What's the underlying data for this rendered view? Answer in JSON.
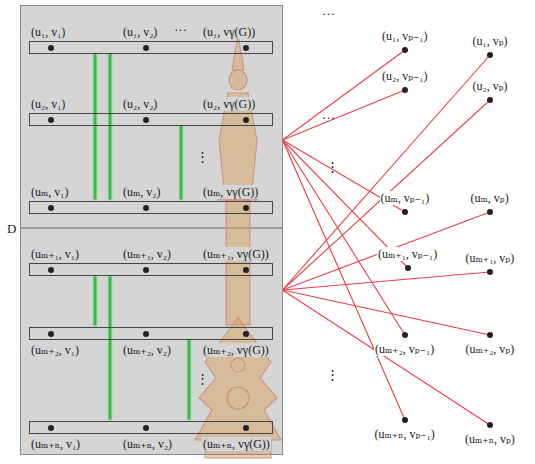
{
  "diagram": {
    "nodes": [
      {
        "text": [
          "D"
        ]
      },
      {
        "text": [
          "(u₁, v₁)",
          "(u₁, v₂)",
          "(u₁, vγ(G))"
        ],
        "in": 0
      },
      {
        "text": [
          "(u₂, v₁)",
          "(u₂, v₂)",
          "(u₂, vγ(G))"
        ],
        "in": 0
      },
      {
        "text": [
          "(uₘ, v₁)",
          "(uₘ, v₂)",
          "(uₘ, vγ(G))"
        ],
        "in": 0
      },
      {
        "text": [
          "(uₘ₊₁, v₁)",
          "(uₘ₊₁, v₂)",
          "(uₘ₊₁, vγ(G))"
        ],
        "in": 0
      },
      {
        "text": [
          "(uₘ₊₂, v₁)",
          "(uₘ₊₂, v₂)",
          "(uₘ₊₂, vγ(G))"
        ],
        "in": 0
      },
      {
        "text": [
          "(uₘ₊ₙ, v₁)",
          "(uₘ₊ₙ, v₂)",
          "(uₘ₊ₙ, vγ(G))"
        ],
        "in": 0
      },
      {
        "text": [
          "(u₁, vₚ₋₁)"
        ]
      },
      {
        "text": [
          "(u₁, vₚ)"
        ]
      },
      {
        "text": [
          "(u₂, vₚ₋₁)"
        ]
      },
      {
        "text": [
          "(u₂, vₚ)"
        ]
      },
      {
        "text": [
          "(uₘ, vₚ₋₁)"
        ]
      },
      {
        "text": [
          "(uₘ, vₚ)"
        ]
      },
      {
        "text": [
          "(uₘ₊₁, vₚ₋₁)"
        ]
      },
      {
        "text": [
          "(uₘ₊₁, vₚ)"
        ]
      },
      {
        "text": [
          "(uₘ₊₂, vₚ₋₁)"
        ]
      },
      {
        "text": [
          "(uₘ₊₂, vₚ)"
        ]
      },
      {
        "text": [
          "(uₘ₊ₙ, vₚ₋₁)"
        ]
      },
      {
        "text": [
          "(uₘ₊ₙ, vₚ)"
        ]
      }
    ],
    "edges": [
      {
        "from": 0,
        "to": 7,
        "arrow": "none"
      },
      {
        "from": 0,
        "to": 8,
        "arrow": "none"
      },
      {
        "from": 0,
        "to": 9,
        "arrow": "none"
      },
      {
        "from": 0,
        "to": 10,
        "arrow": "none"
      },
      {
        "from": 0,
        "to": 11,
        "arrow": "none"
      },
      {
        "from": 0,
        "to": 12,
        "arrow": "none"
      },
      {
        "from": 0,
        "to": 13,
        "arrow": "none"
      },
      {
        "from": 0,
        "to": 14,
        "arrow": "none"
      },
      {
        "from": 0,
        "to": 15,
        "arrow": "none"
      },
      {
        "from": 0,
        "to": 16,
        "arrow": "none"
      },
      {
        "from": 0,
        "to": 17,
        "arrow": "none"
      },
      {
        "from": 0,
        "to": 18,
        "arrow": "none"
      }
    ],
    "labels": [
      "…",
      "⋮",
      "⋮",
      "…",
      "…",
      "⋮",
      "⋮"
    ]
  }
}
